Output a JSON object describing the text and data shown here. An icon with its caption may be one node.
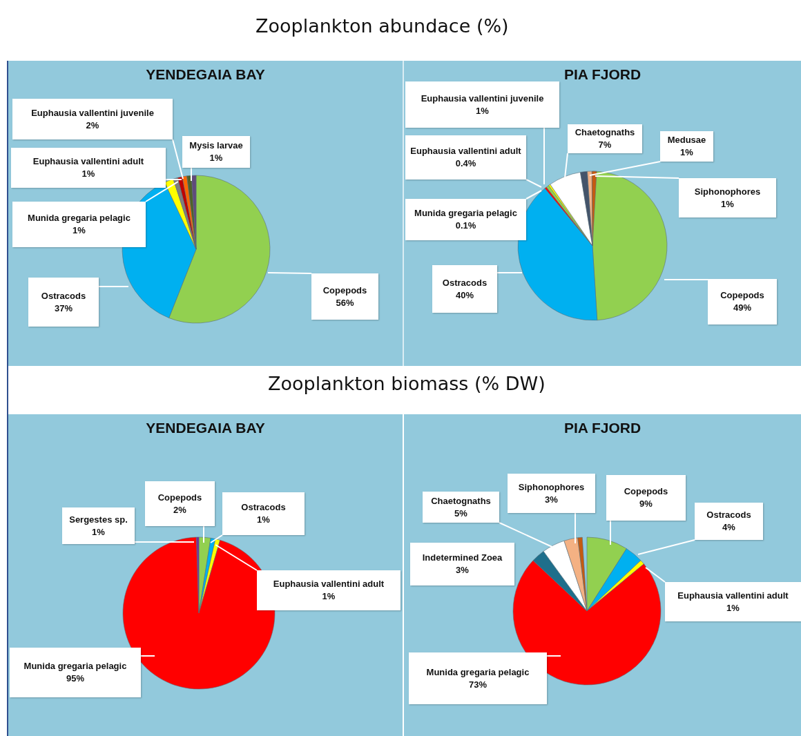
{
  "diagram": {
    "nodes": [
      {
        "text": [
          "YENDEGAIA BAY"
        ]
      },
      {
        "text": [
          "Euphausia vallentini juvenile",
          "2%"
        ],
        "in": 0
      },
      {
        "text": [
          "Euphausia vallentini adult",
          "1%"
        ],
        "in": 0
      },
      {
        "text": [
          "Mysis larvae",
          "1%"
        ],
        "in": 0
      },
      {
        "text": [
          "Munida gregaria pelagic",
          "1%"
        ],
        "in": 0
      },
      {
        "text": [
          "Ostracods",
          "37%"
        ],
        "in": 0
      },
      {
        "text": [
          "Copepods",
          "56%"
        ],
        "in": 0
      },
      {
        "text": [
          "PIA FJORD"
        ]
      },
      {
        "text": [
          "Euphausia vallentini juvenile",
          "1%"
        ],
        "in": 7
      },
      {
        "text": [
          "Euphausia vallentini adult",
          "0.4%"
        ],
        "in": 7
      },
      {
        "text": [
          "Chaetognaths",
          "7%"
        ],
        "in": 7
      },
      {
        "text": [
          "Medusae",
          "1%"
        ],
        "in": 7
      },
      {
        "text": [
          "Munida gregaria pelagic",
          "0.1%"
        ],
        "in": 7
      },
      {
        "text": [
          "Siphonophores",
          "1%"
        ],
        "in": 7
      },
      {
        "text": [
          "Ostracods",
          "40%"
        ],
        "in": 7
      },
      {
        "text": [
          "Copepods",
          "49%"
        ],
        "in": 7
      },
      {
        "text": [
          "YENDEGAIA BAY"
        ]
      },
      {
        "text": [
          "Sergestes sp.",
          "1%"
        ],
        "in": 16
      },
      {
        "text": [
          "Copepods",
          "2%"
        ],
        "in": 16
      },
      {
        "text": [
          "Ostracods",
          "1%"
        ],
        "in": 16
      },
      {
        "text": [
          "Euphausia vallentini adult",
          "1%"
        ],
        "in": 16
      },
      {
        "text": [
          "Munida gregaria pelagic",
          "95%"
        ],
        "in": 16
      },
      {
        "text": [
          "PIA FJORD"
        ]
      },
      {
        "text": [
          "Chaetognaths",
          "5%"
        ],
        "in": 22
      },
      {
        "text": [
          "Siphonophores",
          "3%"
        ],
        "in": 22
      },
      {
        "text": [
          "Copepods",
          "9%"
        ],
        "in": 22
      },
      {
        "text": [
          "Ostracods",
          "4%"
        ],
        "in": 22
      },
      {
        "text": [
          "Indetermined Zoea",
          "3%"
        ],
        "in": 22
      },
      {
        "text": [
          "Euphausia vallentini adult",
          "1%"
        ],
        "in": 22
      },
      {
        "text": [
          "Munida gregaria pelagic",
          "73%"
        ],
        "in": 22
      }
    ],
    "edges": [
      {
        "from": 1,
        "to": null,
        "arrow": "none"
      },
      {
        "from": 2,
        "to": null,
        "arrow": "none"
      },
      {
        "from": 3,
        "to": null,
        "arrow": "none"
      },
      {
        "from": 4,
        "to": null,
        "arrow": "none"
      },
      {
        "from": 5,
        "to": null,
        "arrow": "none"
      },
      {
        "from": 6,
        "to": null,
        "arrow": "none"
      },
      {
        "from": 8,
        "to": null,
        "arrow": "none"
      },
      {
        "from": 9,
        "to": null,
        "arrow": "none"
      },
      {
        "from": 10,
        "to": null,
        "arrow": "none"
      },
      {
        "from": 11,
        "to": null,
        "arrow": "none"
      },
      {
        "from": 12,
        "to": null,
        "arrow": "none"
      },
      {
        "from": 13,
        "to": null,
        "arrow": "none"
      },
      {
        "from": 14,
        "to": null,
        "arrow": "none"
      },
      {
        "from": 15,
        "to": null,
        "arrow": "none"
      },
      {
        "from": 17,
        "to": null,
        "arrow": "none"
      },
      {
        "from": 18,
        "to": null,
        "arrow": "none"
      },
      {
        "from": 19,
        "to": null,
        "arrow": "none"
      },
      {
        "from": 20,
        "to": null,
        "arrow": "none"
      },
      {
        "from": 21,
        "to": null,
        "arrow": "none"
      },
      {
        "from": 23,
        "to": null,
        "arrow": "none"
      },
      {
        "from": 24,
        "to": null,
        "arrow": "none"
      },
      {
        "from": 25,
        "to": null,
        "arrow": "none"
      },
      {
        "from": 26,
        "to": null,
        "arrow": "none"
      },
      {
        "from": 28,
        "to": null,
        "arrow": "none"
      },
      {
        "from": 29,
        "to": null,
        "arrow": "none"
      }
    ],
    "labels": [
      "Zooplankton abundace (%)",
      "Zooplankton biomass (% DW)"
    ]
  }
}
